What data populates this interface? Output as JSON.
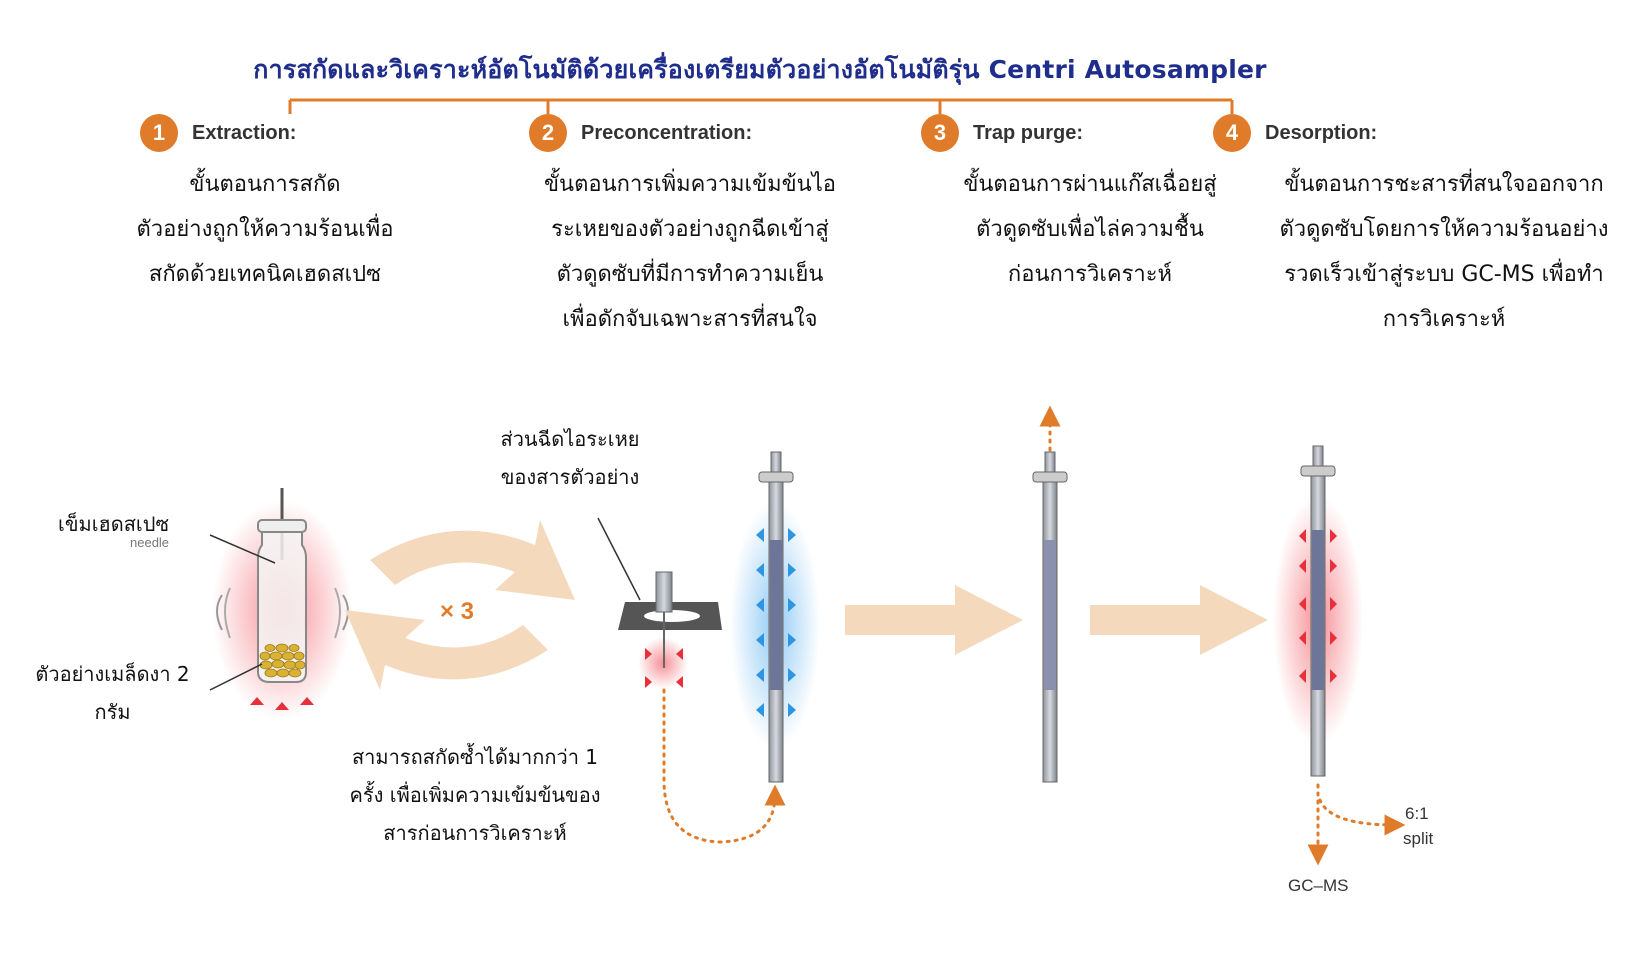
{
  "title": "การสกัดและวิเคราะห์อัตโนมัติด้วยเครื่องเตรียมตัวอย่างอัตโนมัติรุ่น Centri Autosampler",
  "steps": [
    {
      "number": "1",
      "label": "Extraction:",
      "desc": [
        "ขั้นตอนการสกัด",
        "ตัวอย่างถูกให้ความร้อนเพื่อ",
        "สกัดด้วยเทคนิคเฮดสเปซ"
      ]
    },
    {
      "number": "2",
      "label": "Preconcentration:",
      "desc": [
        "ขั้นตอนการเพิ่มความเข้มข้นไอ",
        "ระเหยของตัวอย่างถูกฉีดเข้าสู่",
        "ตัวดูดซับที่มีการทำความเย็น",
        "เพื่อดักจับเฉพาะสารที่สนใจ"
      ]
    },
    {
      "number": "3",
      "label": "Trap purge:",
      "desc": [
        "ขั้นตอนการผ่านแก๊สเฉื่อยสู่",
        "ตัวดูดซับเพื่อไล่ความชื้น",
        "ก่อนการวิเคราะห์"
      ]
    },
    {
      "number": "4",
      "label": "Desorption:",
      "desc": [
        "ขั้นตอนการชะสารที่สนใจออกจาก",
        "ตัวดูดซับโดยการให้ความร้อนอย่าง",
        "รวดเร็วเข้าสู่ระบบ GC-MS เพื่อทำ",
        "การวิเคราะห์"
      ]
    }
  ],
  "labels": {
    "needle": "เข็มเฮดสเปซ",
    "needle_en": "needle",
    "sample": [
      "ตัวอย่างเมล็ดงา  2",
      "กรัม"
    ],
    "repeat": "× 3",
    "inlet": [
      "ส่วนฉีดไอระเหย",
      "ของสารตัวอย่าง"
    ],
    "repeat_note": [
      "สามารถสกัดซ้ำได้มากกว่า  1",
      "ครั้ง  เพื่อเพิ่มความเข้มข้นของ",
      "สารก่อนการวิเคราะห์"
    ],
    "split_ratio": "6:1",
    "split": "split",
    "gcms": "GC–MS"
  },
  "colors": {
    "title": "#1f2d8c",
    "accent": "#e07b2a",
    "arrow_fill": "#f5d9bd",
    "heat": "#e8303a",
    "cool": "#2f95e0"
  }
}
